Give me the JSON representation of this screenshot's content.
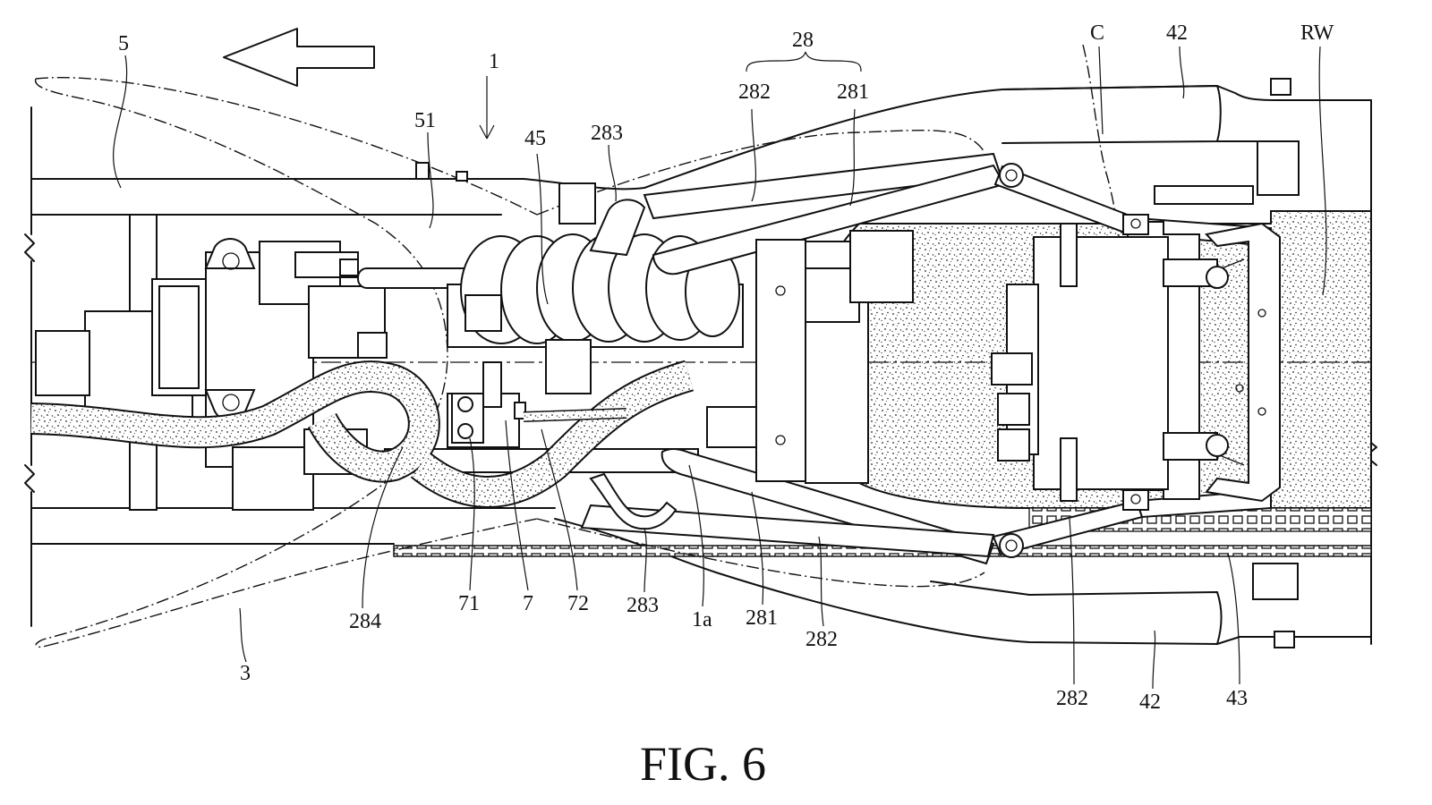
{
  "figure": {
    "caption": "FIG. 6"
  },
  "reference_labels": {
    "l5": "5",
    "l1": "1",
    "l51": "51",
    "l45": "45",
    "l283a": "283",
    "l28": "28",
    "l282a": "282",
    "l281a": "281",
    "lC": "C",
    "l42a": "42",
    "lRW": "RW",
    "l284": "284",
    "l71": "71",
    "l7": "7",
    "l72": "72",
    "l283b": "283",
    "l1a": "1a",
    "l281b": "281",
    "l282b": "282",
    "l282c": "282",
    "l42b": "42",
    "l43": "43",
    "l3": "3"
  },
  "colors": {
    "line": "#111111",
    "background": "#ffffff",
    "texture": "stipple-dots"
  }
}
